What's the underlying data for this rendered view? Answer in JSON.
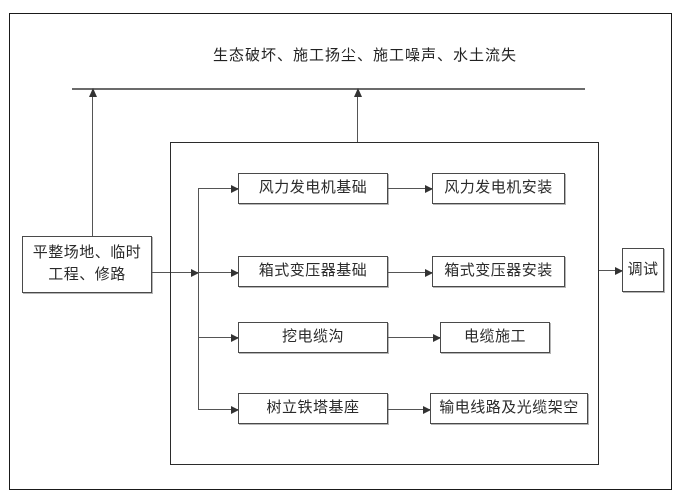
{
  "diagram": {
    "title_caption": "生态破坏、施工扬尘、施工噪声、水土流失",
    "start_box": "平整场地、临时\n工程、修路",
    "start_box_line1": "平整场地、临时",
    "start_box_line2": "工程、修路",
    "end_box": "调试",
    "rows": [
      {
        "left": "风力发电机基础",
        "right": "风力发电机安装"
      },
      {
        "left": "箱式变压器基础",
        "right": "箱式变压器安装"
      },
      {
        "left": "挖电缆沟",
        "right": "电缆施工"
      },
      {
        "left": "树立铁塔基座",
        "right": "输电线路及光缆架空"
      }
    ],
    "colors": {
      "frame": "#1a1a1a",
      "box_border": "#4a4a4a",
      "connector": "#555555",
      "text": "#222222",
      "background": "#ffffff"
    }
  }
}
